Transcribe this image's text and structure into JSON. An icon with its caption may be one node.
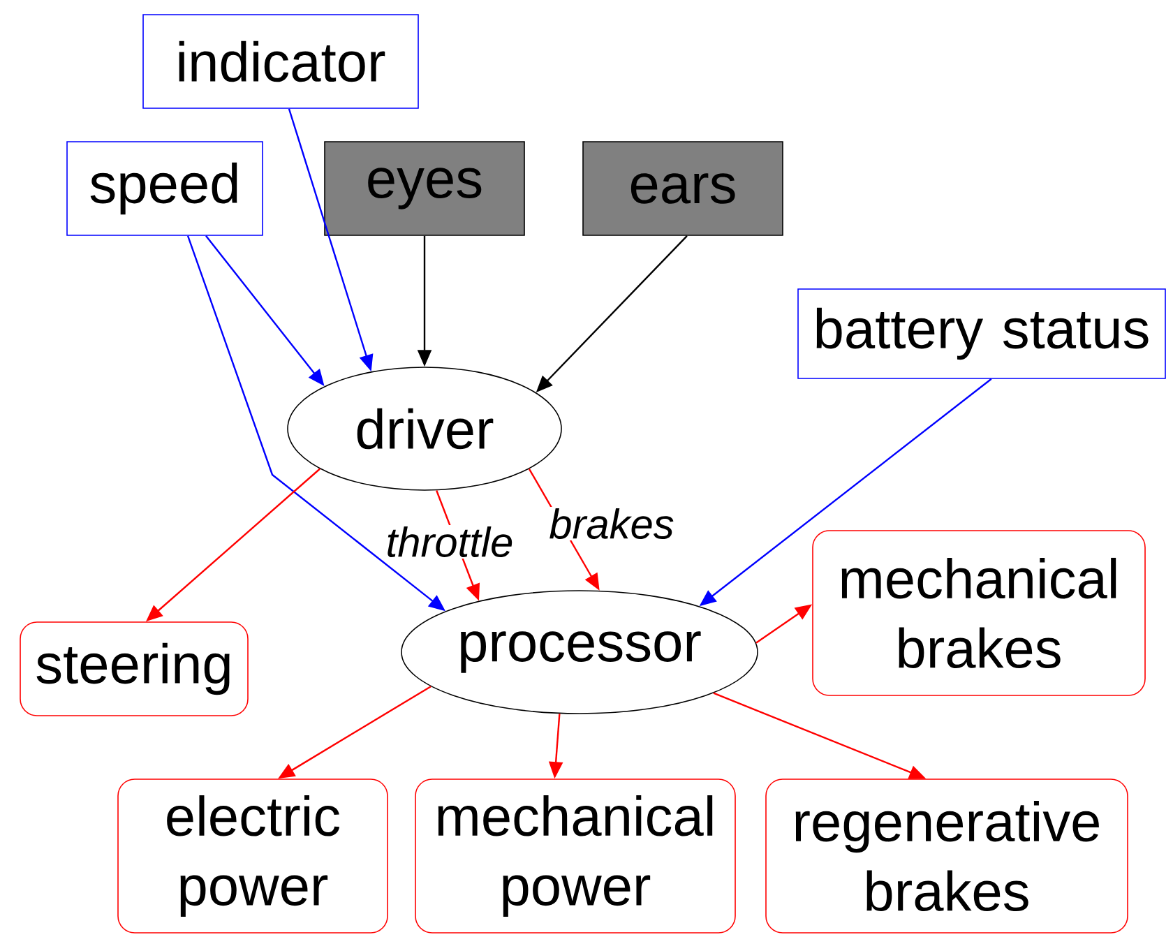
{
  "diagram": {
    "nodes": [
      {
        "text": [
          "indicator"
        ]
      },
      {
        "text": [
          "speed"
        ]
      },
      {
        "text": [
          "eyes"
        ]
      },
      {
        "text": [
          "ears"
        ]
      },
      {
        "text": [
          "battery status"
        ]
      },
      {
        "text": [
          "driver"
        ]
      },
      {
        "text": [
          "steering"
        ]
      },
      {
        "text": [
          "processor"
        ]
      },
      {
        "text": [
          "mechanical brakes"
        ]
      },
      {
        "text": [
          "electric power"
        ]
      },
      {
        "text": [
          "mechanical power"
        ]
      },
      {
        "text": [
          "regenerative brakes"
        ]
      }
    ],
    "edges": [
      {
        "from": 1,
        "to": 5,
        "arrow": "to",
        "color": "#0000ff"
      },
      {
        "from": 1,
        "to": 7,
        "arrow": "to",
        "color": "#0000ff"
      },
      {
        "from": 0,
        "to": 5,
        "arrow": "to",
        "color": "#0000ff"
      },
      {
        "from": 2,
        "to": 5,
        "arrow": "to",
        "color": "#000000"
      },
      {
        "from": 3,
        "to": 5,
        "arrow": "to",
        "color": "#000000"
      },
      {
        "from": 4,
        "to": 7,
        "arrow": "to",
        "color": "#0000ff"
      },
      {
        "from": 5,
        "to": 6,
        "arrow": "to"
      },
      {
        "from": 5,
        "to": 7,
        "arrow": "to",
        "label": "throttle"
      },
      {
        "from": 5,
        "to": 7,
        "arrow": "to",
        "label": "brakes"
      },
      {
        "from": 7,
        "to": 8,
        "arrow": "to"
      },
      {
        "from": 7,
        "to": 9,
        "arrow": "to"
      },
      {
        "from": 7,
        "to": 10,
        "arrow": "to"
      },
      {
        "from": 7,
        "to": 11,
        "arrow": "to"
      }
    ]
  }
}
